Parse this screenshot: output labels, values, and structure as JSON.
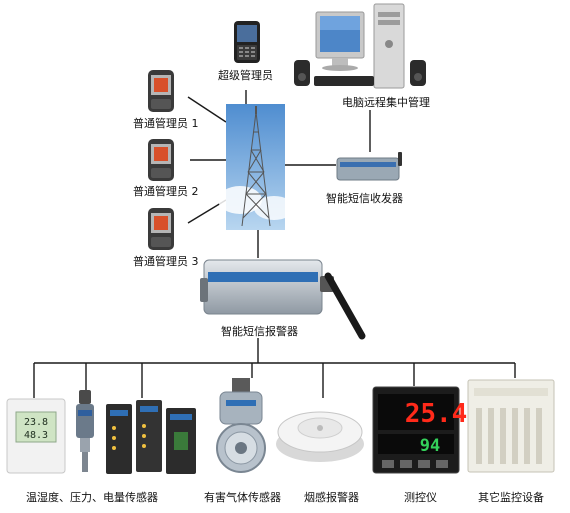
{
  "diagram": {
    "labels": {
      "super_admin": "超级管理员",
      "pc_remote": "电脑远程集中管理",
      "admin1": "普通管理员 1",
      "admin2": "普通管理员 2",
      "admin3": "普通管理员 3",
      "sms_transceiver": "智能短信收发器",
      "sms_alarm": "智能短信报警器",
      "sensors": "温湿度、压力、电量传感器",
      "gas_sensor": "有害气体传感器",
      "smoke_alarm": "烟感报警器",
      "controller": "测控仪",
      "other": "其它监控设备"
    },
    "humidity_display": [
      "23.8",
      "48.3"
    ],
    "controller_display": [
      "25.4",
      "94"
    ]
  },
  "colors": {
    "line": "#1a1a1a",
    "modem_blue": "#2f6fb5",
    "led_red": "#ff2a1a",
    "led_green": "#34d15a"
  }
}
